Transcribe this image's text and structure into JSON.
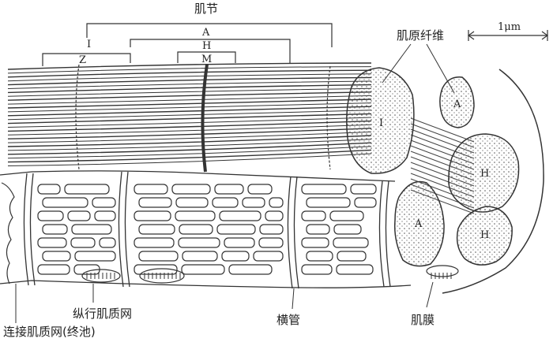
{
  "labels": {
    "sarcomere": "肌节",
    "myofibril": "肌原纤维",
    "scale": "1μm",
    "band_i": "I",
    "band_a": "A",
    "zone_h": "H",
    "line_z": "Z",
    "line_m": "M",
    "section_i": "I",
    "section_a_top": "A",
    "section_a_mid": "A",
    "section_h_top": "H",
    "section_h_bottom": "H",
    "longitudinal_sr": "纵行肌质网",
    "terminal_cisternae": "连接肌质网(终池)",
    "t_tubule": "横管",
    "sarcolemma": "肌膜"
  },
  "colors": {
    "ink": "#333333",
    "paper": "#ffffff",
    "dots": "#555555"
  }
}
